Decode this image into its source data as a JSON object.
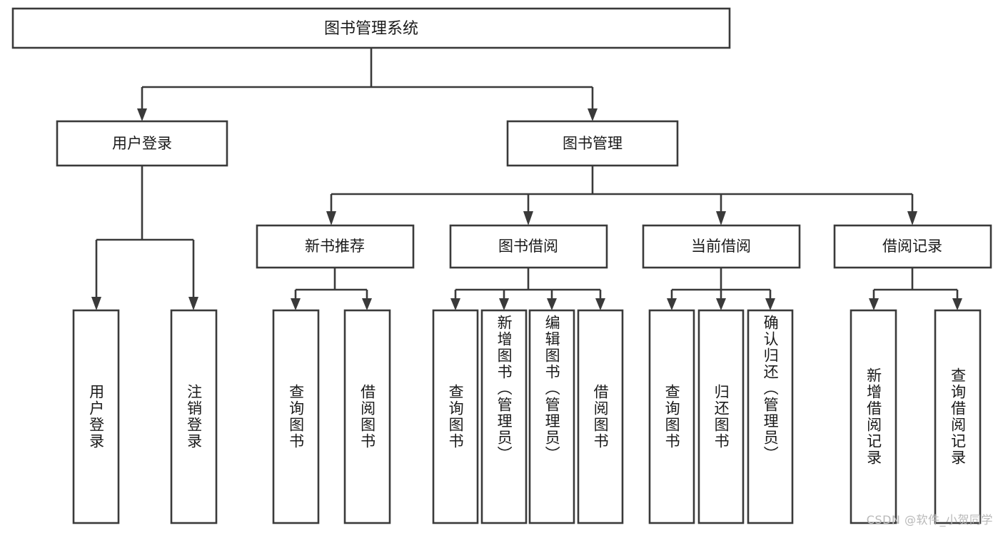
{
  "diagram": {
    "title": "图书管理系统",
    "type": "hierarchy-tree",
    "orientation": "top-down",
    "colors": {
      "background": "#ffffff",
      "box_fill": "#ffffff",
      "box_stroke": "#3a3a3a",
      "connector": "#3a3a3a",
      "text": "#1a1a1a",
      "watermark": "#b9b9b9"
    }
  },
  "root": {
    "label": "图书管理系统"
  },
  "level2": [
    {
      "label": "用户登录"
    },
    {
      "label": "图书管理"
    }
  ],
  "level3": [
    {
      "label": "新书推荐"
    },
    {
      "label": "图书借阅"
    },
    {
      "label": "当前借阅"
    },
    {
      "label": "借阅记录"
    }
  ],
  "leaves": {
    "user_login": [
      {
        "label": "用户登录"
      },
      {
        "label": "注销登录"
      }
    ],
    "new_book_recommend": [
      {
        "label": "查询图书"
      },
      {
        "label": "借阅图书"
      }
    ],
    "book_borrow": [
      {
        "label": "查询图书"
      },
      {
        "label": "新增图书（管理员）"
      },
      {
        "label": "编辑图书（管理员）"
      },
      {
        "label": "借阅图书"
      }
    ],
    "current_borrow": [
      {
        "label": "查询图书"
      },
      {
        "label": "归还图书"
      },
      {
        "label": "确认归还（管理员）"
      }
    ],
    "borrow_record": [
      {
        "label": "新增借阅记录"
      },
      {
        "label": "查询借阅记录"
      }
    ]
  },
  "watermark": {
    "text": "CSDN @软件_小贺同学"
  }
}
